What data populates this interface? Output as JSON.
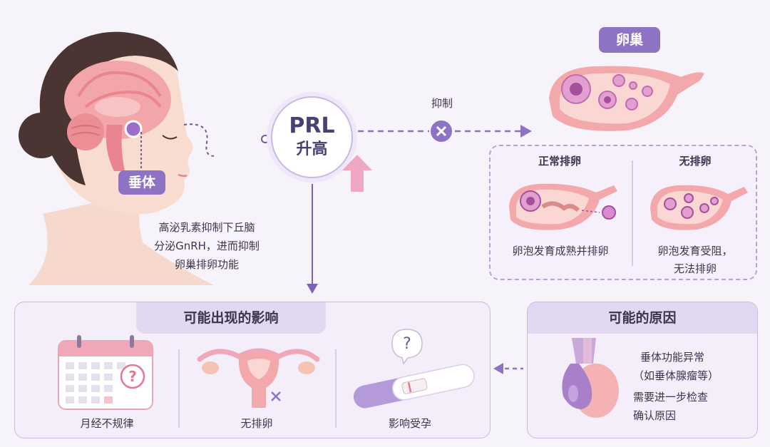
{
  "head": {
    "pituitary_label": "垂体",
    "mechanism_lines": [
      "高泌乳素抑制下丘脑",
      "分泌GnRH，进而抑制",
      "卵巢排卵功能"
    ]
  },
  "prl": {
    "line1": "PRL",
    "line2": "升高"
  },
  "inhibit_label": "抑制",
  "ovary": {
    "title": "卵巢",
    "normal_title": "正常排卵",
    "normal_desc": "卵泡发育成熟并排卵",
    "anov_title": "无排卵",
    "anov_desc_1": "卵泡发育受阻，",
    "anov_desc_2": "无法排卵"
  },
  "effects": {
    "title": "可能出现的影响",
    "items": [
      {
        "label": "月经不规律",
        "icon": "calendar-icon"
      },
      {
        "label": "无排卵",
        "icon": "uterus-icon"
      },
      {
        "label": "影响受孕",
        "icon": "pregnancy-test-icon"
      }
    ]
  },
  "causes": {
    "title": "可能的原因",
    "line1": "垂体功能异常",
    "line2": "（如垂体腺瘤等）",
    "line3": "需要进一步检查",
    "line4": "确认原因"
  },
  "colors": {
    "accent": "#8e72c4",
    "pink": "#e8a9b4",
    "bg": "#f7f3fa"
  }
}
